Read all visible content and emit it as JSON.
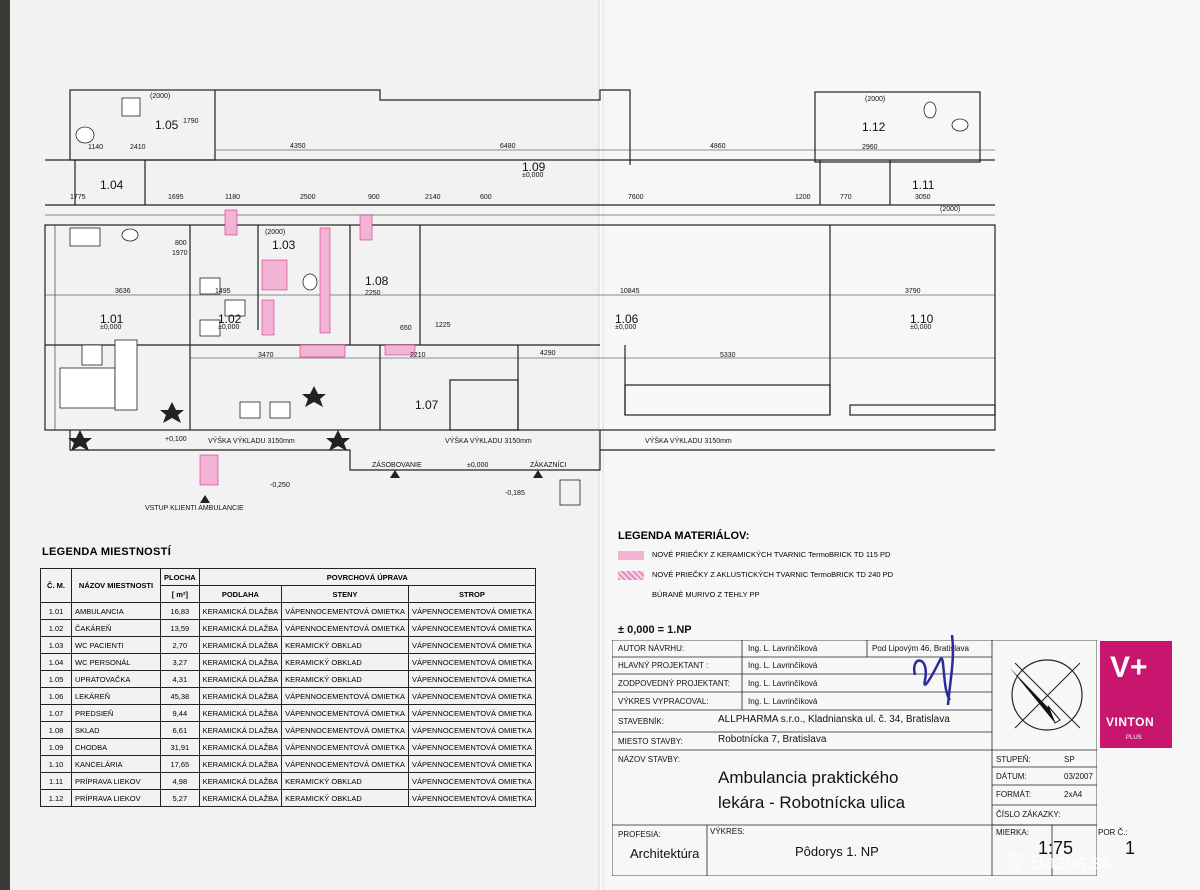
{
  "rooms_plan": [
    {
      "no": "1.01",
      "elev": "±0,000"
    },
    {
      "no": "1.02",
      "elev": "±0,000"
    },
    {
      "no": "1.03",
      "elev": ""
    },
    {
      "no": "1.04",
      "elev": ""
    },
    {
      "no": "1.05",
      "elev": ""
    },
    {
      "no": "1.06",
      "elev": "±0,000"
    },
    {
      "no": "1.07",
      "elev": ""
    },
    {
      "no": "1.08",
      "elev": ""
    },
    {
      "no": "1.09",
      "elev": "±0,000"
    },
    {
      "no": "1.10",
      "elev": "±0,000"
    },
    {
      "no": "1.11",
      "elev": ""
    },
    {
      "no": "1.12",
      "elev": ""
    }
  ],
  "plan_labels": {
    "height_1": "VÝŠKA VÝKLADU 3150mm",
    "height_2": "VÝŠKA VÝKLADU 3150mm",
    "height_3": "VÝŠKA VÝKLADU 3150mm",
    "entry_clients": "VSTUP KLIENTI AMBULANCIE",
    "supply": "ZÁSOBOVANIE",
    "customers": "ZÁKAZNÍCI",
    "elev_plus010": "+0,100",
    "elev_minus025": "-0,250",
    "elev_zero": "±0,000",
    "elev_minus0185": "-0,185",
    "dims": [
      "4350",
      "6480",
      "4860",
      "2500",
      "2140",
      "7600",
      "1180",
      "900",
      "600",
      "1200",
      "770",
      "3050",
      "3636",
      "1495",
      "3470",
      "2210",
      "4290",
      "10845",
      "5330",
      "3790",
      "800",
      "1970",
      "1225",
      "650",
      "2250",
      "2410",
      "1775",
      "1695",
      "2960",
      "1140",
      "1790",
      "(2000)",
      "(2000)",
      "(2000)",
      "(2000)"
    ]
  },
  "room_legend": {
    "title": "LEGENDA MIESTNOSTÍ",
    "headers": {
      "no": "Č. M.",
      "name": "NÁZOV MIESTNOSTI",
      "area": "PLOCHA",
      "area_unit": "[ m²]",
      "surface": "POVRCHOVÁ ÚPRAVA",
      "floor": "PODLAHA",
      "walls": "STENY",
      "ceiling": "STROP"
    },
    "rows": [
      {
        "no": "1.01",
        "name": "AMBULANCIA",
        "area": "16,83",
        "floor": "KERAMICKÁ DLAŽBA",
        "walls": "VÁPENNOCEMENTOVÁ OMIETKA",
        "ceiling": "VÁPENNOCEMENTOVÁ OMIETKA"
      },
      {
        "no": "1.02",
        "name": "ČAKÁREŇ",
        "area": "13,59",
        "floor": "KERAMICKÁ DLAŽBA",
        "walls": "VÁPENNOCEMENTOVÁ OMIETKA",
        "ceiling": "VÁPENNOCEMENTOVÁ OMIETKA"
      },
      {
        "no": "1.03",
        "name": "WC PACIENTI",
        "area": "2,70",
        "floor": "KERAMICKÁ DLAŽBA",
        "walls": "KERAMICKÝ OBKLAD",
        "ceiling": "VÁPENNOCEMENTOVÁ OMIETKA"
      },
      {
        "no": "1.04",
        "name": "WC PERSONÁL",
        "area": "3,27",
        "floor": "KERAMICKÁ DLAŽBA",
        "walls": "KERAMICKÝ OBKLAD",
        "ceiling": "VÁPENNOCEMENTOVÁ OMIETKA"
      },
      {
        "no": "1.05",
        "name": "UPRATOVAČKA",
        "area": "4,31",
        "floor": "KERAMICKÁ DLAŽBA",
        "walls": "KERAMICKÝ OBKLAD",
        "ceiling": "VÁPENNOCEMENTOVÁ OMIETKA"
      },
      {
        "no": "1.06",
        "name": "LEKÁREŇ",
        "area": "45,38",
        "floor": "KERAMICKÁ DLAŽBA",
        "walls": "VÁPENNOCEMENTOVÁ OMIETKA",
        "ceiling": "VÁPENNOCEMENTOVÁ OMIETKA"
      },
      {
        "no": "1.07",
        "name": "PREDSIEŇ",
        "area": "9,44",
        "floor": "KERAMICKÁ DLAŽBA",
        "walls": "VÁPENNOCEMENTOVÁ OMIETKA",
        "ceiling": "VÁPENNOCEMENTOVÁ OMIETKA"
      },
      {
        "no": "1.08",
        "name": "SKLAD",
        "area": "6,61",
        "floor": "KERAMICKÁ DLAŽBA",
        "walls": "VÁPENNOCEMENTOVÁ OMIETKA",
        "ceiling": "VÁPENNOCEMENTOVÁ OMIETKA"
      },
      {
        "no": "1.09",
        "name": "CHODBA",
        "area": "31,91",
        "floor": "KERAMICKÁ DLAŽBA",
        "walls": "VÁPENNOCEMENTOVÁ OMIETKA",
        "ceiling": "VÁPENNOCEMENTOVÁ OMIETKA"
      },
      {
        "no": "1.10",
        "name": "KANCELÁRIA",
        "area": "17,65",
        "floor": "KERAMICKÁ DLAŽBA",
        "walls": "VÁPENNOCEMENTOVÁ OMIETKA",
        "ceiling": "VÁPENNOCEMENTOVÁ OMIETKA"
      },
      {
        "no": "1.11",
        "name": "PRÍPRAVA LIEKOV",
        "area": "4,98",
        "floor": "KERAMICKÁ DLAŽBA",
        "walls": "KERAMICKÝ OBKLAD",
        "ceiling": "VÁPENNOCEMENTOVÁ OMIETKA"
      },
      {
        "no": "1.12",
        "name": "PRÍPRAVA LIEKOV",
        "area": "5,27",
        "floor": "KERAMICKÁ DLAŽBA",
        "walls": "KERAMICKÝ OBKLAD",
        "ceiling": "VÁPENNOCEMENTOVÁ OMIETKA"
      }
    ]
  },
  "material_legend": {
    "title": "LEGENDA MATERIÁLOV:",
    "items": [
      {
        "label": "NOVÉ PRIEČKY Z KERAMICKÝCH TVARNIC TermoBRICK TD 115 PD",
        "color": "#f2b3d4"
      },
      {
        "label": "NOVÉ PRIEČKY Z AKLUSTICKÝCH  TVARNIC TermoBRICK TD 240 PD",
        "color": "#e98cbd"
      },
      {
        "label": "BÚRANÉ MURIVO Z TEHLY PP",
        "color": "none"
      }
    ]
  },
  "title_block": {
    "level": "± 0,000 = 1.NP",
    "author_label": "AUTOR NÁVRHU:",
    "author": "Ing. L. Lavrinčíková",
    "address": "Pod Lipovým 46, Bratislava",
    "chief_label": "HLAVNÝ PROJEKTANT :",
    "chief": "Ing. L. Lavrinčíková",
    "resp_label": "ZODPOVEDNÝ PROJEKTANT:",
    "resp": "Ing. L. Lavrinčíková",
    "made_label": "VÝKRES VYPRACOVAL:",
    "made": "Ing. L. Lavrinčíková",
    "investor_label": "STAVEBNÍK:",
    "investor": "ALLPHARMA s.r.o., Kladnianska ul. č. 34, Bratislava",
    "site_label": "MIESTO STAVBY:",
    "site": "Robotnícka 7,  Bratislava",
    "building_label": "NÁZOV STAVBY:",
    "building_1": "Ambulancia praktického",
    "building_2": "lekára - Robotnícka ulica",
    "profession_label": "PROFESIA:",
    "profession": "Architektúra",
    "drawing_label": "VÝKRES:",
    "drawing": "Pôdorys 1. NP",
    "stage_label": "STUPEŇ:",
    "stage": "SP",
    "date_label": "DÁTUM:",
    "date": "03/2007",
    "format_label": "FORMÁT:",
    "format": "2xA4",
    "order_label": "ČÍSLO ZÁKAZKY:",
    "scale_label": "MIERKA:",
    "scale": "1:75",
    "sheet_label": "POR Č.:",
    "sheet": "1"
  },
  "logo": {
    "mark": "V+",
    "name": "VINTON",
    "sub": "PLUS",
    "color": "#c8156e"
  },
  "watermark": "@ Bazos.sk"
}
